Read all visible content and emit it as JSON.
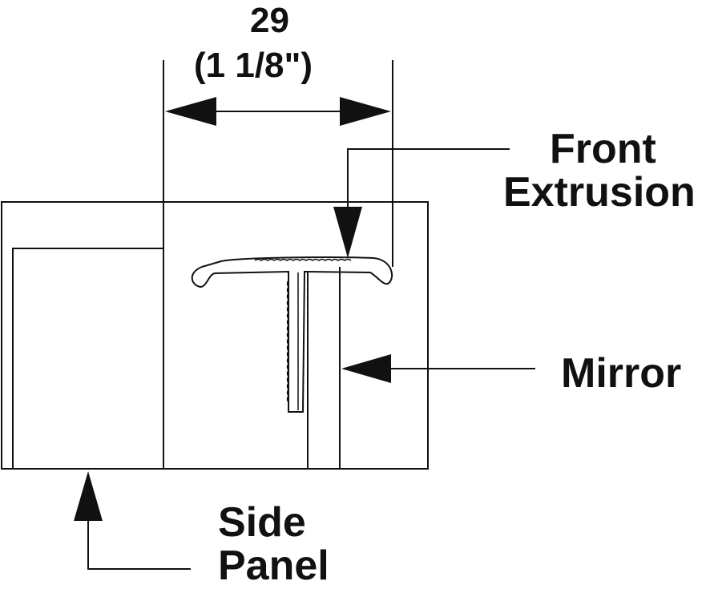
{
  "dimension": {
    "value": "29",
    "imperial": "(1 1/8\")"
  },
  "labels": {
    "front_extrusion_line1": "Front",
    "front_extrusion_line2": "Extrusion",
    "mirror": "Mirror",
    "side_panel_line1": "Side",
    "side_panel_line2": "Panel"
  },
  "colors": {
    "line": "#111111",
    "background": "#ffffff"
  }
}
